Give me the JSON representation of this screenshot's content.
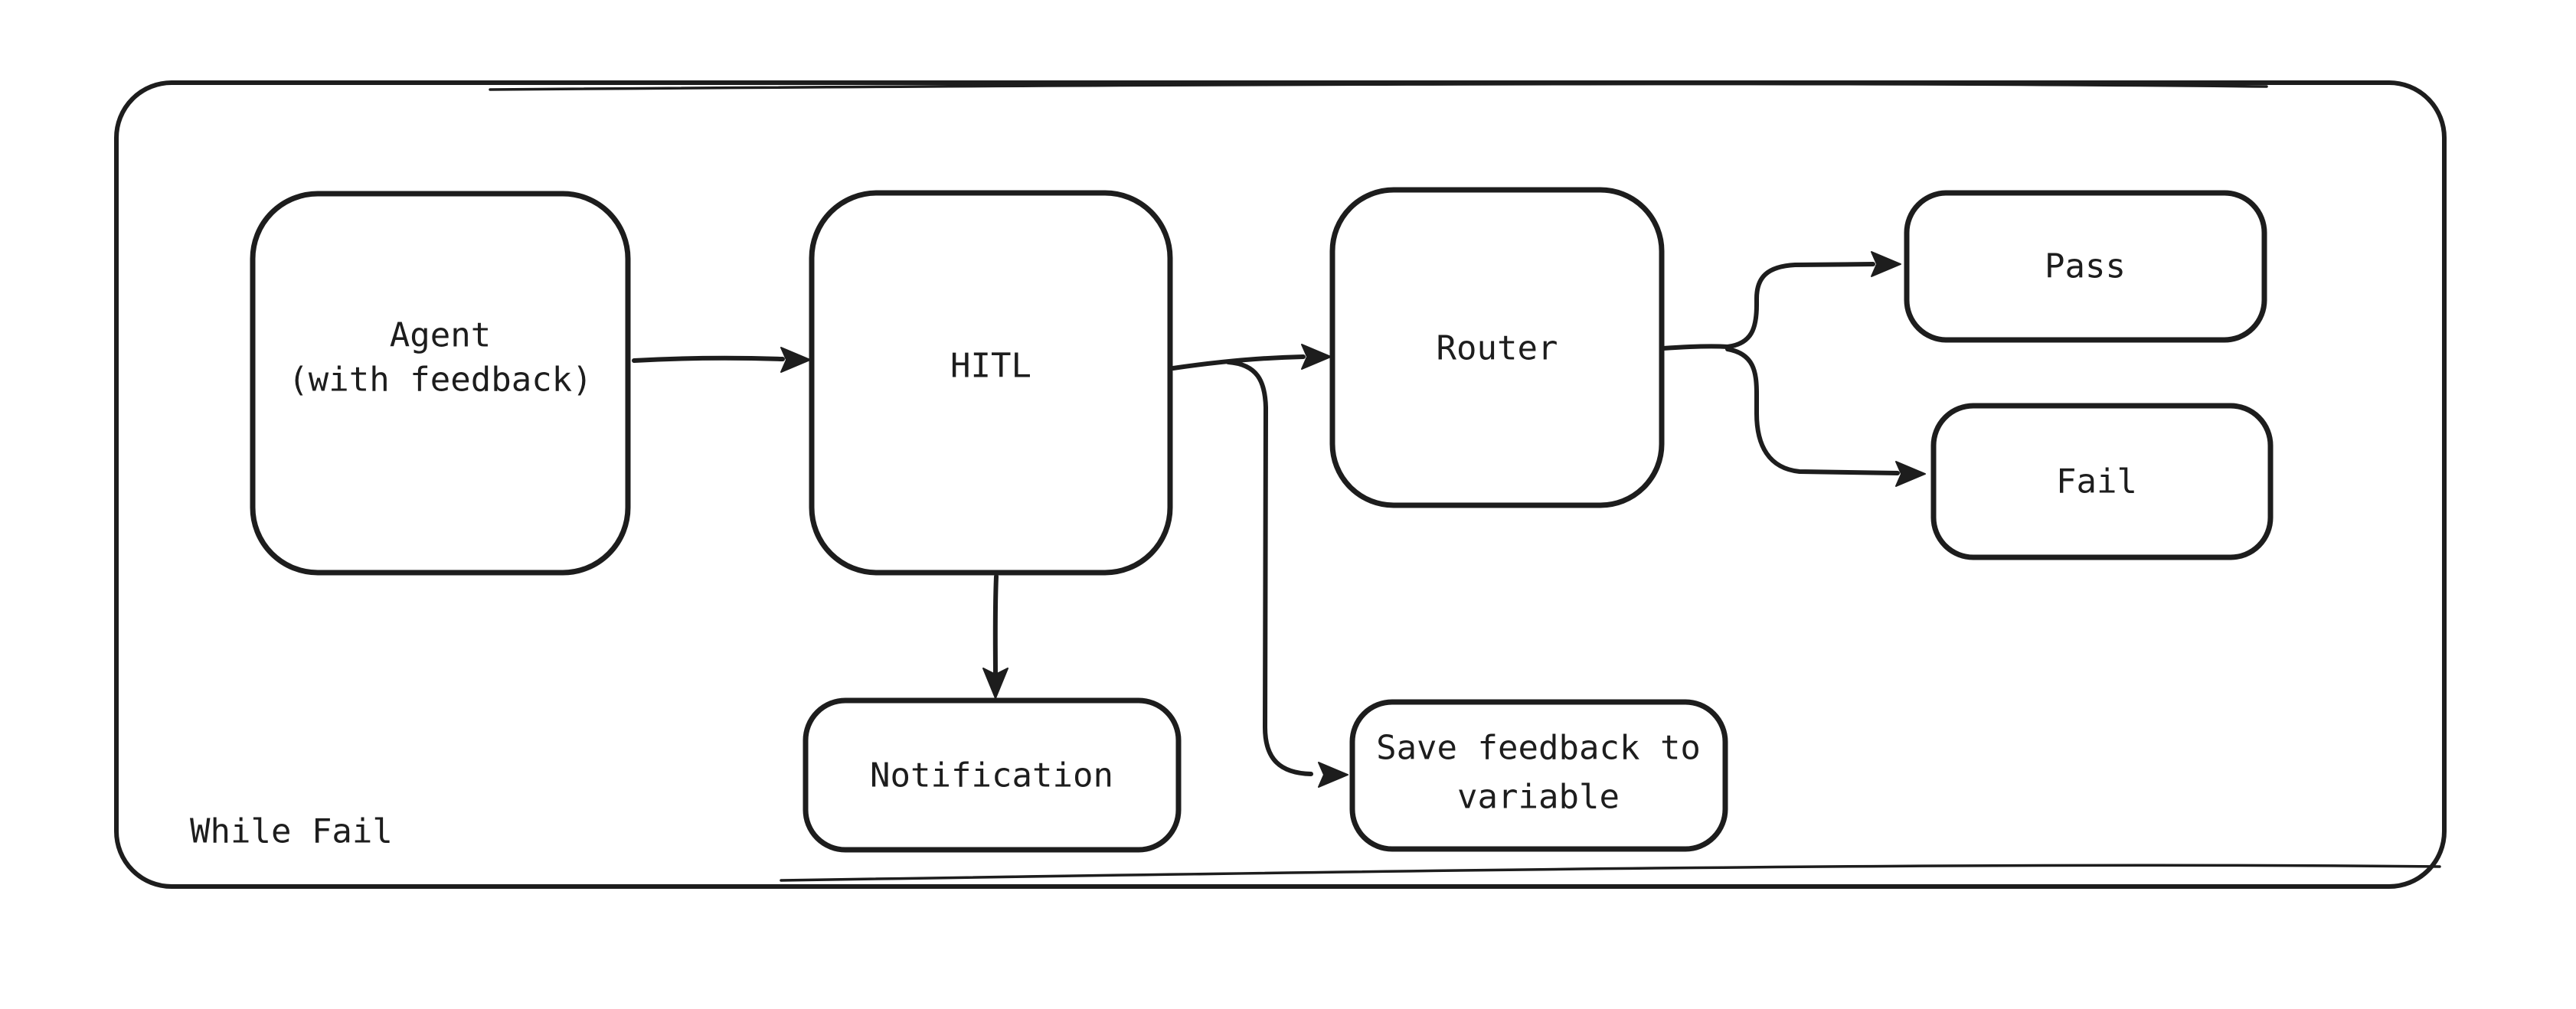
{
  "diagram": {
    "type": "flowchart",
    "style": "hand-drawn whiteboard sketch",
    "background_color": "#ffffff",
    "stroke_color": "#1d1d1d",
    "loop_container": {
      "label": "While Fail"
    },
    "nodes": {
      "agent": {
        "lines": [
          "Agent",
          "(with feedback)"
        ]
      },
      "hitl": {
        "label": "HITL"
      },
      "router": {
        "label": "Router"
      },
      "pass": {
        "label": "Pass"
      },
      "fail": {
        "label": "Fail"
      },
      "notification": {
        "label": "Notification"
      },
      "save_feedback": {
        "lines": [
          "Save feedback to",
          "variable"
        ]
      }
    },
    "edges": [
      {
        "from": "Agent (with feedback)",
        "to": "HITL"
      },
      {
        "from": "HITL",
        "to": "Router"
      },
      {
        "from": "HITL",
        "to": "Notification"
      },
      {
        "from": "HITL",
        "to": "Save feedback to variable"
      },
      {
        "from": "Router",
        "to": "Pass"
      },
      {
        "from": "Router",
        "to": "Fail"
      }
    ]
  }
}
